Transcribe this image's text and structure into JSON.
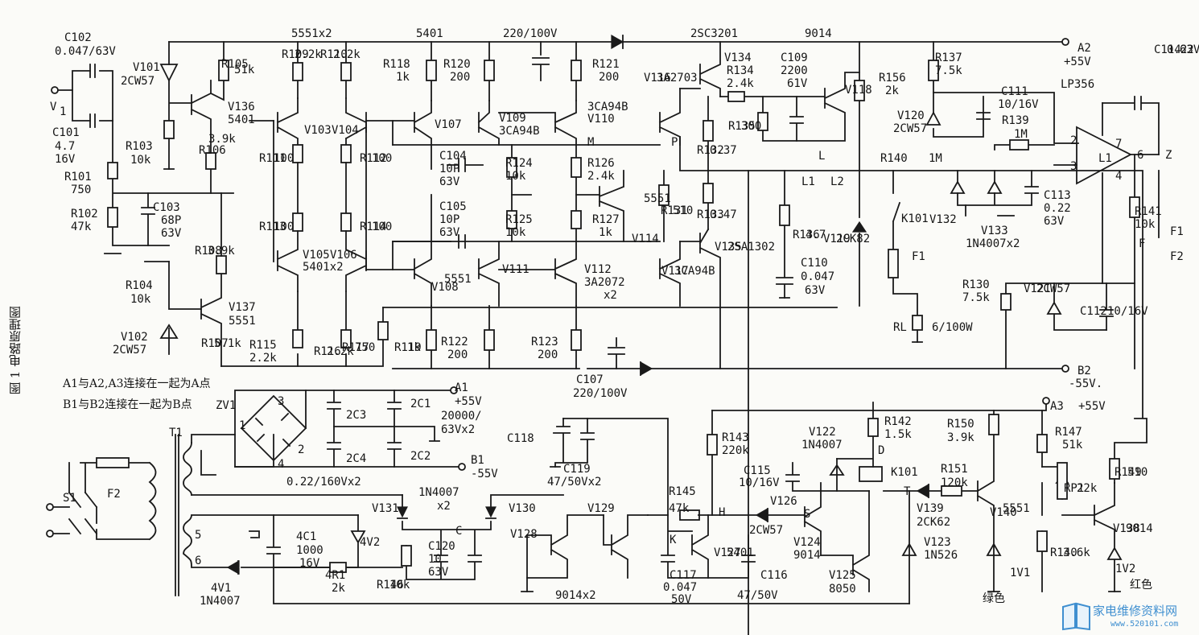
{
  "figure": {
    "caption": "图 1  电路原理图",
    "note_a": "A1与A2,A3连接在一起为A点",
    "note_b": "B1与B2连接在一起为B点"
  },
  "labels": [
    [
      "C102",
      80,
      40
    ],
    [
      "0.047/63V",
      68,
      57
    ],
    [
      "V101",
      165,
      77
    ],
    [
      "2CW57",
      150,
      94
    ],
    [
      "V",
      62,
      126
    ],
    [
      "1",
      74,
      132
    ],
    [
      "C101",
      65,
      158
    ],
    [
      "4.7",
      68,
      175
    ],
    [
      "16V",
      68,
      191
    ],
    [
      "R101",
      80,
      213
    ],
    [
      "750",
      88,
      229
    ],
    [
      "R102",
      88,
      259
    ],
    [
      "47k",
      88,
      275
    ],
    [
      "C103",
      190,
      251
    ],
    [
      "68P",
      200,
      267
    ],
    [
      "63V",
      200,
      283
    ],
    [
      "R103",
      156,
      175
    ],
    [
      "10k",
      162,
      192
    ],
    [
      "R106",
      247,
      180
    ],
    [
      "3.9k",
      259,
      166
    ],
    [
      "V136",
      283,
      126
    ],
    [
      "5401",
      283,
      142
    ],
    [
      "R105",
      275,
      73
    ],
    [
      "51k",
      291,
      80
    ],
    [
      "5551x2",
      362,
      35
    ],
    [
      "R109",
      350,
      61
    ],
    [
      "2.2k",
      366,
      61
    ],
    [
      "R110",
      398,
      61
    ],
    [
      "2.2k",
      414,
      61
    ],
    [
      "V103",
      378,
      155
    ],
    [
      "V104",
      412,
      155
    ],
    [
      "R111",
      322,
      190
    ],
    [
      "100",
      340,
      190
    ],
    [
      "R112",
      447,
      190
    ],
    [
      "100",
      462,
      190
    ],
    [
      "R113",
      322,
      275
    ],
    [
      "100",
      340,
      275
    ],
    [
      "R114",
      447,
      275
    ],
    [
      "100",
      462,
      275
    ],
    [
      "V105",
      376,
      310
    ],
    [
      "5401x2",
      376,
      325
    ],
    [
      "V106",
      410,
      310
    ],
    [
      "R108",
      242,
      305
    ],
    [
      "3.9k",
      258,
      305
    ],
    [
      "R104",
      156,
      348
    ],
    [
      "10k",
      162,
      365
    ],
    [
      "V137",
      284,
      375
    ],
    [
      "5551",
      284,
      392
    ],
    [
      "R107",
      250,
      420
    ],
    [
      "5.1k",
      266,
      420
    ],
    [
      "V102",
      150,
      412
    ],
    [
      "2CW57",
      140,
      428
    ],
    [
      "R115",
      310,
      422
    ],
    [
      "2.2k",
      310,
      438
    ],
    [
      "R116",
      390,
      430
    ],
    [
      "2.2k",
      406,
      430
    ],
    [
      "R117",
      425,
      425
    ],
    [
      "750",
      441,
      425
    ],
    [
      "5401",
      517,
      35
    ],
    [
      "220/100V",
      625,
      35
    ],
    [
      "2SC3201",
      858,
      35
    ],
    [
      "9014",
      1000,
      35
    ],
    [
      "R118",
      476,
      73
    ],
    [
      "1k",
      492,
      89
    ],
    [
      "R120",
      551,
      73
    ],
    [
      "200",
      559,
      89
    ],
    [
      "R121",
      736,
      73
    ],
    [
      "200",
      744,
      89
    ],
    [
      "V107",
      540,
      148
    ],
    [
      "V109",
      620,
      140
    ],
    [
      "3CA94B",
      620,
      156
    ],
    [
      "3CA94B",
      730,
      126
    ],
    [
      "V110",
      730,
      141
    ],
    [
      "V116",
      800,
      90
    ],
    [
      "3A2703",
      816,
      90
    ],
    [
      "C104",
      546,
      187
    ],
    [
      "10P",
      546,
      203
    ],
    [
      "63V",
      546,
      219
    ],
    [
      "R124",
      628,
      196
    ],
    [
      "10k",
      628,
      212
    ],
    [
      "R126",
      730,
      196
    ],
    [
      "2.4k",
      730,
      212
    ],
    [
      "M",
      730,
      170
    ],
    [
      "P",
      834,
      170
    ],
    [
      "C105",
      546,
      250
    ],
    [
      "10P",
      546,
      266
    ],
    [
      "63V",
      546,
      282
    ],
    [
      "R125",
      628,
      266
    ],
    [
      "10k",
      628,
      282
    ],
    [
      "R127",
      736,
      266
    ],
    [
      "1k",
      744,
      282
    ],
    [
      "V114",
      785,
      290
    ],
    [
      "5551",
      800,
      240
    ],
    [
      "V108",
      536,
      350
    ],
    [
      "5551",
      552,
      340
    ],
    [
      "V111",
      624,
      328
    ],
    [
      "V112",
      726,
      328
    ],
    [
      "3A2072",
      726,
      344
    ],
    [
      "x2",
      750,
      360
    ],
    [
      "R119",
      490,
      425
    ],
    [
      "1k",
      506,
      425
    ],
    [
      "R122",
      548,
      418
    ],
    [
      "200",
      556,
      434
    ],
    [
      "R123",
      660,
      418
    ],
    [
      "200",
      668,
      434
    ],
    [
      "C107",
      716,
      465
    ],
    [
      "220/100V",
      712,
      482
    ],
    [
      "R131",
      821,
      255
    ],
    [
      "510",
      836,
      255
    ],
    [
      "R132",
      866,
      180
    ],
    [
      "0.37",
      882,
      180
    ],
    [
      "R135",
      905,
      150
    ],
    [
      "300",
      921,
      150
    ],
    [
      "R133",
      866,
      260
    ],
    [
      "0.47",
      882,
      260
    ],
    [
      "V117",
      822,
      330
    ],
    [
      "3CA94B",
      838,
      330
    ],
    [
      "V135",
      888,
      300
    ],
    [
      "2SA1302",
      904,
      300
    ],
    [
      "V134",
      900,
      65
    ],
    [
      "R134",
      903,
      81
    ],
    [
      "2.4k",
      903,
      97
    ],
    [
      "C109",
      970,
      65
    ],
    [
      "2200",
      970,
      81
    ],
    [
      "61V",
      978,
      97
    ],
    [
      "V118",
      1050,
      105
    ],
    [
      "R156",
      1092,
      90
    ],
    [
      "2k",
      1100,
      106
    ],
    [
      "L",
      1017,
      187
    ],
    [
      "L1",
      996,
      219
    ],
    [
      "L2",
      1032,
      219
    ],
    [
      "R136",
      985,
      285
    ],
    [
      "4.7",
      1001,
      285
    ],
    [
      "V119",
      1023,
      290
    ],
    [
      "2CK82",
      1039,
      290
    ],
    [
      "C110",
      995,
      320
    ],
    [
      "0.047",
      995,
      337
    ],
    [
      "63V",
      1000,
      354
    ],
    [
      "R137",
      1162,
      65
    ],
    [
      "7.5k",
      1162,
      81
    ],
    [
      "LP356",
      1318,
      98
    ],
    [
      "C114",
      1434,
      55
    ],
    [
      "0.22",
      1450,
      55
    ],
    [
      "63V",
      1466,
      55
    ],
    [
      "A2",
      1339,
      53
    ],
    [
      "+55V",
      1322,
      70
    ],
    [
      "C111",
      1244,
      107
    ],
    [
      "10/16V",
      1240,
      123
    ],
    [
      "V120",
      1115,
      137
    ],
    [
      "2CW57",
      1110,
      153
    ],
    [
      "R139",
      1245,
      143
    ],
    [
      "1M",
      1260,
      160
    ],
    [
      "R140",
      1094,
      190
    ],
    [
      "1M",
      1154,
      190
    ],
    [
      "2",
      1330,
      168
    ],
    [
      "3",
      1330,
      200
    ],
    [
      "7",
      1386,
      172
    ],
    [
      "6",
      1413,
      186
    ],
    [
      "Z",
      1448,
      186
    ],
    [
      "4",
      1386,
      212
    ],
    [
      "L1",
      1365,
      190
    ],
    [
      "C113",
      1297,
      236
    ],
    [
      "0.22",
      1297,
      252
    ],
    [
      "63V",
      1297,
      268
    ],
    [
      "V132",
      1155,
      266
    ],
    [
      "V133",
      1219,
      280
    ],
    [
      "1N4007x2",
      1200,
      296
    ],
    [
      "R141",
      1410,
      256
    ],
    [
      "10k",
      1410,
      272
    ],
    [
      "F",
      1415,
      296
    ],
    [
      "F1",
      1454,
      281
    ],
    [
      "F2",
      1454,
      312
    ],
    [
      "K101",
      1120,
      265
    ],
    [
      "F1",
      1133,
      312
    ],
    [
      "R130",
      1196,
      347
    ],
    [
      "7.5k",
      1196,
      363
    ],
    [
      "V121",
      1272,
      352
    ],
    [
      "2CW57",
      1288,
      352
    ],
    [
      "C112",
      1342,
      380
    ],
    [
      "10/16V",
      1376,
      380
    ],
    [
      "RL",
      1110,
      400
    ],
    [
      "6/100W",
      1158,
      400
    ],
    [
      "B2",
      1339,
      454
    ],
    [
      "-55V.",
      1328,
      470
    ],
    [
      "A1",
      565,
      475
    ],
    [
      "+55V",
      565,
      492
    ],
    [
      "ZV1",
      268,
      497
    ],
    [
      "3",
      345,
      492
    ],
    [
      "1",
      297,
      522
    ],
    [
      "2",
      370,
      552
    ],
    [
      "4",
      345,
      570
    ],
    [
      "2C3",
      430,
      509
    ],
    [
      "2C1",
      510,
      495
    ],
    [
      "20000/",
      548,
      510
    ],
    [
      "63Vx2",
      548,
      527
    ],
    [
      "2C4",
      430,
      563
    ],
    [
      "2C2",
      510,
      560
    ],
    [
      "B1",
      585,
      565
    ],
    [
      "-55V",
      585,
      582
    ],
    [
      "0.22/160Vx2",
      356,
      592
    ],
    [
      "T1",
      210,
      531
    ],
    [
      "C118",
      630,
      538
    ],
    [
      "C119",
      700,
      576
    ],
    [
      "47/50Vx2",
      680,
      592
    ],
    [
      "A3",
      1305,
      498
    ],
    [
      "+55V",
      1340,
      498
    ],
    [
      "R143",
      897,
      537
    ],
    [
      "220k",
      897,
      553
    ],
    [
      "V122",
      1005,
      530
    ],
    [
      "1N4007",
      996,
      546
    ],
    [
      "R142",
      1099,
      517
    ],
    [
      "1.5k",
      1099,
      533
    ],
    [
      "R150",
      1177,
      520
    ],
    [
      "3.9k",
      1177,
      537
    ],
    [
      "R147",
      1311,
      530
    ],
    [
      "51k",
      1320,
      546
    ],
    [
      "D",
      1091,
      553
    ],
    [
      "K101",
      1107,
      580
    ],
    [
      "C115",
      924,
      578
    ],
    [
      "10/16V",
      918,
      593
    ],
    [
      "R151",
      1169,
      576
    ],
    [
      "120k",
      1169,
      593
    ],
    [
      "RP1",
      1322,
      600
    ],
    [
      "22k",
      1338,
      600
    ],
    [
      "R149",
      1385,
      580
    ],
    [
      "510",
      1401,
      580
    ],
    [
      "S1",
      78,
      612
    ],
    [
      "F2",
      133,
      607
    ],
    [
      "1N4007",
      520,
      605
    ],
    [
      "x2",
      543,
      622
    ],
    [
      "V131",
      462,
      625
    ],
    [
      "V130",
      632,
      625
    ],
    [
      "V129",
      730,
      625
    ],
    [
      "R145",
      831,
      604
    ],
    [
      "47k",
      831,
      625
    ],
    [
      "H",
      893,
      630
    ],
    [
      "V126",
      957,
      616
    ],
    [
      "2CW57",
      931,
      652
    ],
    [
      "S",
      999,
      632
    ],
    [
      "T",
      1123,
      604
    ],
    [
      "V139",
      1139,
      625
    ],
    [
      "2CK62",
      1139,
      642
    ],
    [
      "V140",
      1230,
      630
    ],
    [
      "5551",
      1246,
      625
    ],
    [
      "V138",
      1383,
      650
    ],
    [
      "9014",
      1399,
      650
    ],
    [
      "5",
      242,
      658
    ],
    [
      "6",
      242,
      690
    ],
    [
      "4C1",
      368,
      660
    ],
    [
      "1000",
      368,
      677
    ],
    [
      "16V",
      372,
      693
    ],
    [
      "4V2",
      447,
      667
    ],
    [
      "C",
      566,
      653
    ],
    [
      "C120",
      532,
      672
    ],
    [
      "10",
      532,
      688
    ],
    [
      "63V",
      532,
      704
    ],
    [
      "R146",
      468,
      720
    ],
    [
      "10k",
      484,
      720
    ],
    [
      "V128",
      634,
      657
    ],
    [
      "K",
      832,
      664
    ],
    [
      "V127",
      887,
      680
    ],
    [
      "5401",
      903,
      680
    ],
    [
      "V124",
      986,
      667
    ],
    [
      "9014",
      986,
      683
    ],
    [
      "V123",
      1148,
      667
    ],
    [
      "1N526",
      1148,
      683
    ],
    [
      "R140",
      1305,
      680
    ],
    [
      "3.6k",
      1321,
      680
    ],
    [
      "1V1",
      1255,
      705
    ],
    [
      "1V2",
      1386,
      700
    ],
    [
      "4R1",
      404,
      708
    ],
    [
      "2k",
      412,
      724
    ],
    [
      "4V1",
      262,
      724
    ],
    [
      "1N4007",
      248,
      740
    ],
    [
      "C117",
      832,
      708
    ],
    [
      "0.047",
      824,
      723
    ],
    [
      "50V",
      834,
      738
    ],
    [
      "C116",
      945,
      708
    ],
    [
      "47/50V",
      916,
      733
    ],
    [
      "V125",
      1030,
      708
    ],
    [
      "8050",
      1030,
      725
    ],
    [
      "9014x2",
      690,
      733
    ]
  ],
  "cjk_labels": [
    [
      "绿色",
      1221,
      733
    ],
    [
      "红色",
      1404,
      716
    ]
  ],
  "watermark": {
    "title": "家电维修资料网",
    "url": "www.520101.com"
  },
  "colors": {
    "ink": "#1a1a1a",
    "paper": "#fbfbf8",
    "watermark": "#3f8fd0"
  }
}
